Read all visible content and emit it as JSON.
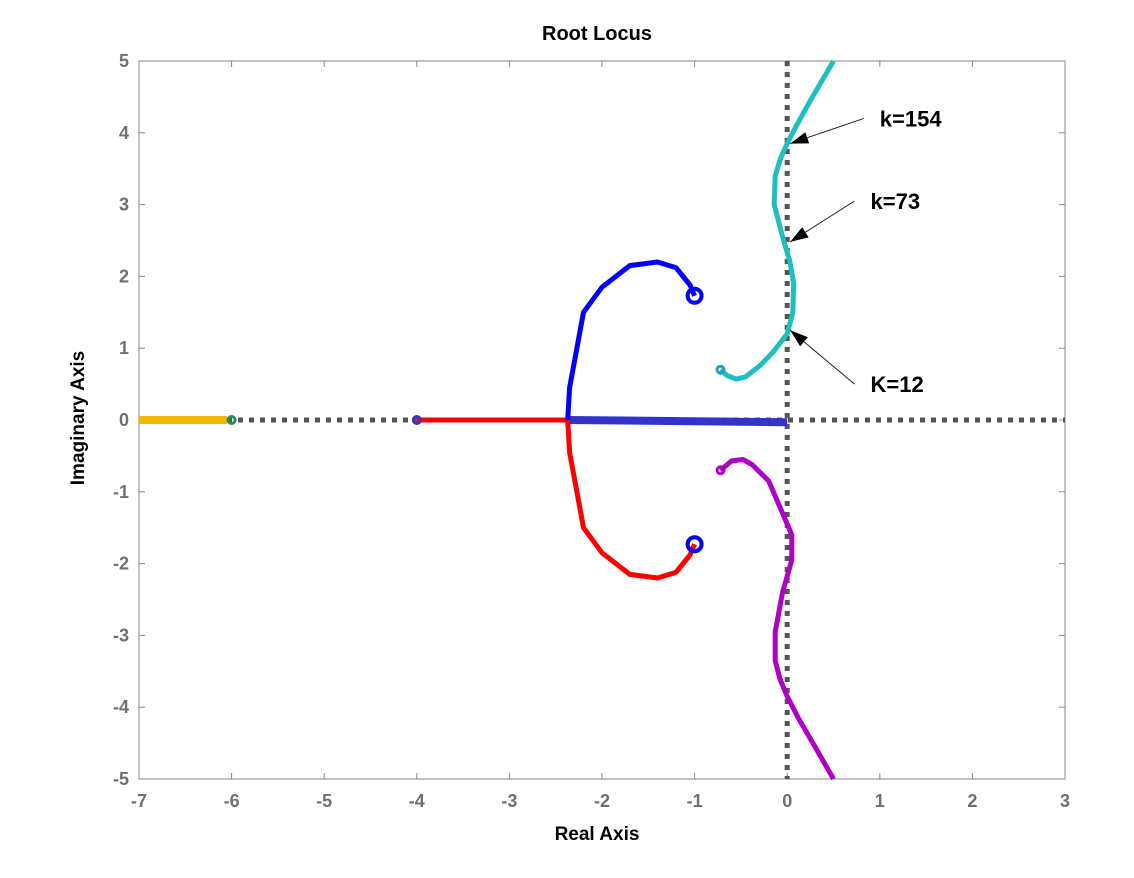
{
  "chart_data": {
    "type": "line",
    "title": "Root Locus",
    "xlabel": "Real Axis",
    "ylabel": "Imaginary Axis",
    "xlim": [
      -7,
      3
    ],
    "ylim": [
      -5,
      5
    ],
    "xticks": [
      "-7",
      "-6",
      "-5",
      "-4",
      "-3",
      "-2",
      "-1",
      "0",
      "1",
      "2",
      "3"
    ],
    "yticks": [
      "5",
      "4",
      "3",
      "2",
      "1",
      "0",
      "-1",
      "-2",
      "-3",
      "-4",
      "-5"
    ],
    "grid": false,
    "reference_lines": [
      {
        "orientation": "horizontal",
        "value": 0,
        "style": "dotted",
        "color": "#555555"
      },
      {
        "orientation": "vertical",
        "value": 0,
        "style": "dotted",
        "color": "#555555"
      }
    ],
    "series": [
      {
        "color": "#f2b705",
        "points": [
          [
            -7,
            0
          ],
          [
            -6.05,
            0
          ]
        ]
      },
      {
        "color": "#3333cc",
        "points": [
          [
            -2.37,
            0
          ],
          [
            0,
            -0.03
          ]
        ]
      },
      {
        "color": "#ff0000",
        "points": [
          [
            -4,
            0
          ],
          [
            -2.37,
            0
          ]
        ]
      },
      {
        "color": "#0000ff",
        "points": [
          [
            -2.37,
            0
          ],
          [
            -2.35,
            0.45
          ],
          [
            -2.2,
            1.5
          ],
          [
            -2.0,
            1.85
          ],
          [
            -1.7,
            2.15
          ],
          [
            -1.4,
            2.2
          ],
          [
            -1.2,
            2.12
          ],
          [
            -1.05,
            1.88
          ],
          [
            -1.0,
            1.73
          ]
        ]
      },
      {
        "color": "#ff0000",
        "points": [
          [
            -2.37,
            0
          ],
          [
            -2.35,
            -0.45
          ],
          [
            -2.2,
            -1.5
          ],
          [
            -2.0,
            -1.85
          ],
          [
            -1.7,
            -2.15
          ],
          [
            -1.4,
            -2.2
          ],
          [
            -1.2,
            -2.12
          ],
          [
            -1.05,
            -1.88
          ],
          [
            -1.0,
            -1.73
          ]
        ]
      },
      {
        "color": "#1fbfbf",
        "points": [
          [
            -0.72,
            0.7
          ],
          [
            -0.65,
            0.62
          ],
          [
            -0.55,
            0.57
          ],
          [
            -0.45,
            0.6
          ],
          [
            -0.3,
            0.75
          ],
          [
            -0.15,
            0.95
          ],
          [
            0.0,
            1.2
          ],
          [
            0.06,
            1.5
          ],
          [
            0.07,
            1.9
          ],
          [
            0.03,
            2.2
          ],
          [
            -0.05,
            2.55
          ],
          [
            -0.14,
            3.0
          ],
          [
            -0.13,
            3.4
          ],
          [
            -0.07,
            3.65
          ],
          [
            0.0,
            3.85
          ],
          [
            0.1,
            4.1
          ],
          [
            0.25,
            4.45
          ],
          [
            0.5,
            5.0
          ]
        ]
      },
      {
        "color": "#b000c8",
        "points": [
          [
            -0.72,
            -0.7
          ],
          [
            -0.6,
            -0.57
          ],
          [
            -0.48,
            -0.55
          ],
          [
            -0.38,
            -0.62
          ],
          [
            -0.2,
            -0.85
          ],
          [
            -0.05,
            -1.3
          ],
          [
            0.05,
            -1.6
          ],
          [
            0.05,
            -1.95
          ],
          [
            -0.05,
            -2.4
          ],
          [
            -0.13,
            -2.95
          ],
          [
            -0.13,
            -3.35
          ],
          [
            -0.08,
            -3.6
          ],
          [
            0.0,
            -3.85
          ],
          [
            0.12,
            -4.15
          ],
          [
            0.3,
            -4.55
          ],
          [
            0.5,
            -5.0
          ]
        ]
      }
    ],
    "markers": [
      {
        "type": "pole",
        "x": -1,
        "y": 1.73,
        "color": "#0000ff"
      },
      {
        "type": "pole",
        "x": -1,
        "y": -1.73,
        "color": "#0000ff"
      },
      {
        "type": "pole",
        "x": -0.72,
        "y": 0.7,
        "color": "#1f9fbf"
      },
      {
        "type": "pole",
        "x": -0.72,
        "y": -0.7,
        "color": "#b000c8"
      },
      {
        "type": "pole",
        "x": -6,
        "y": 0,
        "color": "#2e8b57"
      },
      {
        "type": "pole",
        "x": -4,
        "y": 0,
        "color": "#3333cc"
      }
    ],
    "annotations": [
      {
        "text": "k=154",
        "point": [
          0.0,
          3.85
        ],
        "label_at": [
          1.0,
          4.2
        ]
      },
      {
        "text": "k=73",
        "point": [
          0.0,
          2.48
        ],
        "label_at": [
          0.9,
          3.05
        ]
      },
      {
        "text": "K=12",
        "point": [
          0.0,
          1.25
        ],
        "label_at": [
          0.9,
          0.5
        ]
      }
    ]
  }
}
